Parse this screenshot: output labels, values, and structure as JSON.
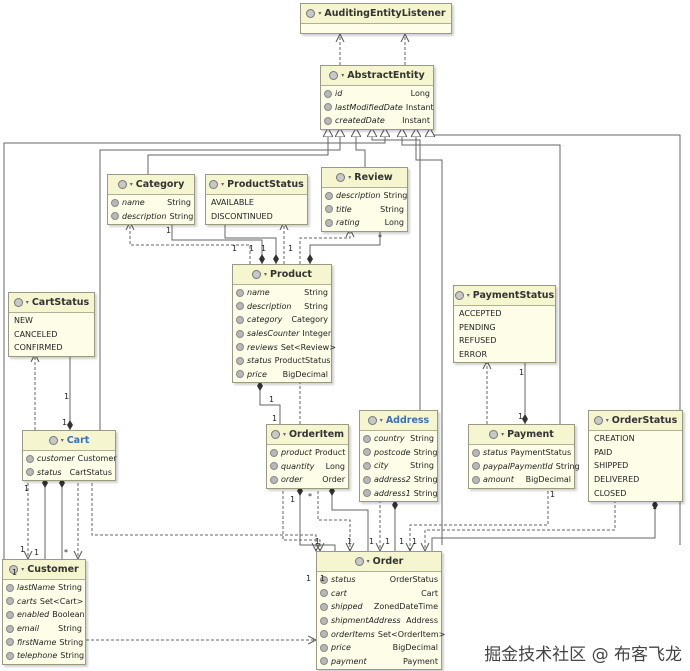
{
  "entities": [
    {
      "id": "AuditingEntityListener",
      "name": "AuditingEntityListener",
      "kind": "class",
      "fields": []
    },
    {
      "id": "AbstractEntity",
      "name": "AbstractEntity",
      "kind": "class",
      "fields": [
        {
          "name": "id",
          "type": "Long"
        },
        {
          "name": "lastModifiedDate",
          "type": "Instant"
        },
        {
          "name": "createdDate",
          "type": "Instant"
        }
      ]
    },
    {
      "id": "Category",
      "name": "Category",
      "kind": "class",
      "fields": [
        {
          "name": "name",
          "type": "String"
        },
        {
          "name": "description",
          "type": "String"
        }
      ]
    },
    {
      "id": "ProductStatus",
      "name": "ProductStatus",
      "kind": "enum",
      "fields": [
        {
          "name": "AVAILABLE"
        },
        {
          "name": "DISCONTINUED"
        }
      ]
    },
    {
      "id": "Review",
      "name": "Review",
      "kind": "class",
      "fields": [
        {
          "name": "description",
          "type": "String"
        },
        {
          "name": "title",
          "type": "String"
        },
        {
          "name": "rating",
          "type": "Long"
        }
      ]
    },
    {
      "id": "Product",
      "name": "Product",
      "kind": "class",
      "fields": [
        {
          "name": "name",
          "type": "String"
        },
        {
          "name": "description",
          "type": "String"
        },
        {
          "name": "category",
          "type": "Category"
        },
        {
          "name": "salesCounter",
          "type": "Integer"
        },
        {
          "name": "reviews",
          "type": "Set<Review>"
        },
        {
          "name": "status",
          "type": "ProductStatus"
        },
        {
          "name": "price",
          "type": "BigDecimal"
        }
      ]
    },
    {
      "id": "CartStatus",
      "name": "CartStatus",
      "kind": "enum",
      "fields": [
        {
          "name": "NEW"
        },
        {
          "name": "CANCELED"
        },
        {
          "name": "CONFIRMED"
        }
      ]
    },
    {
      "id": "PaymentStatus",
      "name": "PaymentStatus",
      "kind": "enum",
      "fields": [
        {
          "name": "ACCEPTED"
        },
        {
          "name": "PENDING"
        },
        {
          "name": "REFUSED"
        },
        {
          "name": "ERROR"
        }
      ]
    },
    {
      "id": "Cart",
      "name": "Cart",
      "kind": "interface",
      "fields": [
        {
          "name": "customer",
          "type": "Customer"
        },
        {
          "name": "status",
          "type": "CartStatus"
        }
      ]
    },
    {
      "id": "OrderItem",
      "name": "OrderItem",
      "kind": "class",
      "fields": [
        {
          "name": "product",
          "type": "Product"
        },
        {
          "name": "quantity",
          "type": "Long"
        },
        {
          "name": "order",
          "type": "Order"
        }
      ]
    },
    {
      "id": "Address",
      "name": "Address",
      "kind": "interface",
      "fields": [
        {
          "name": "country",
          "type": "String"
        },
        {
          "name": "postcode",
          "type": "String"
        },
        {
          "name": "city",
          "type": "String"
        },
        {
          "name": "address2",
          "type": "String"
        },
        {
          "name": "address1",
          "type": "String"
        }
      ]
    },
    {
      "id": "Payment",
      "name": "Payment",
      "kind": "class",
      "fields": [
        {
          "name": "status",
          "type": "PaymentStatus"
        },
        {
          "name": "paypalPaymentId",
          "type": "String"
        },
        {
          "name": "amount",
          "type": "BigDecimal"
        }
      ]
    },
    {
      "id": "OrderStatus",
      "name": "OrderStatus",
      "kind": "enum",
      "fields": [
        {
          "name": "CREATION"
        },
        {
          "name": "PAID"
        },
        {
          "name": "SHIPPED"
        },
        {
          "name": "DELIVERED"
        },
        {
          "name": "CLOSED"
        }
      ]
    },
    {
      "id": "Customer",
      "name": "Customer",
      "kind": "class",
      "fields": [
        {
          "name": "lastName",
          "type": "String"
        },
        {
          "name": "carts",
          "type": "Set<Cart>"
        },
        {
          "name": "enabled",
          "type": "Boolean"
        },
        {
          "name": "email",
          "type": "String"
        },
        {
          "name": "firstName",
          "type": "String"
        },
        {
          "name": "telephone",
          "type": "String"
        }
      ]
    },
    {
      "id": "Order",
      "name": "Order",
      "kind": "class",
      "fields": [
        {
          "name": "status",
          "type": "OrderStatus"
        },
        {
          "name": "cart",
          "type": "Cart"
        },
        {
          "name": "shipped",
          "type": "ZonedDateTime"
        },
        {
          "name": "shipmentAddress",
          "type": "Address"
        },
        {
          "name": "orderItems",
          "type": "Set<OrderItem>"
        },
        {
          "name": "price",
          "type": "BigDecimal"
        },
        {
          "name": "payment",
          "type": "Payment"
        }
      ]
    }
  ],
  "multiplicity_labels": [
    "1",
    "1",
    "1",
    "1",
    "1",
    "*",
    "1",
    "1",
    "1",
    "1",
    "*",
    "1",
    "1",
    "1",
    "1",
    "1",
    "1",
    "1",
    "1",
    "1",
    "1",
    "1",
    "1",
    "1",
    "1",
    "1",
    "1",
    "1",
    "*"
  ],
  "watermark": "掘金技术社区 @ 布客飞龙"
}
